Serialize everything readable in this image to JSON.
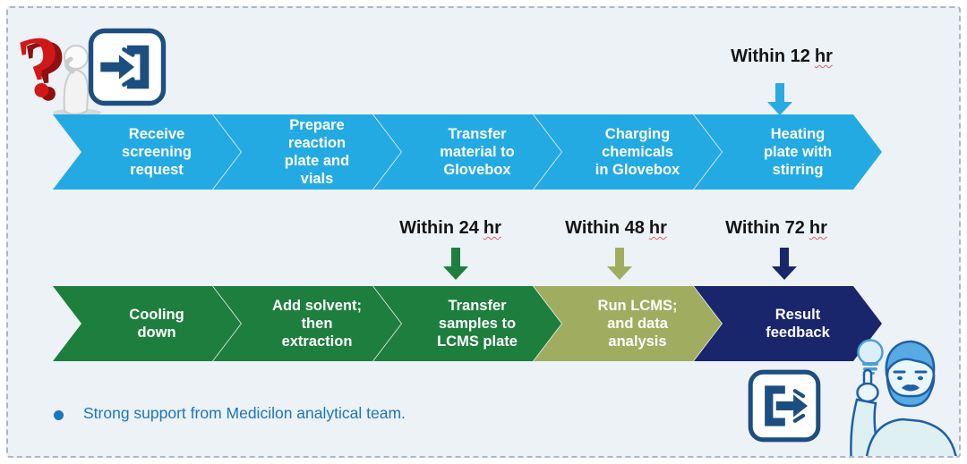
{
  "flow": {
    "rows": [
      {
        "name": "preparation-and-reaction",
        "steps": [
          {
            "label": "Receive\nscreening\nrequest",
            "color": "#24aae2"
          },
          {
            "label": "Prepare\nreaction\nplate and\nvials",
            "color": "#24aae2"
          },
          {
            "label": "Transfer\nmaterial to\nGlovebox",
            "color": "#24aae2"
          },
          {
            "label": "Charging\nchemicals\nin Glovebox",
            "color": "#24aae2"
          },
          {
            "label": "Heating\nplate with\nstirring",
            "color": "#24aae2"
          }
        ]
      },
      {
        "name": "workup-and-analysis",
        "steps": [
          {
            "label": "Cooling\ndown",
            "color": "#1e7e3e"
          },
          {
            "label": "Add solvent;\nthen\nextraction",
            "color": "#1e7e3e"
          },
          {
            "label": "Transfer\nsamples to\nLCMS plate",
            "color": "#1e7e3e"
          },
          {
            "label": "Run LCMS;\nand data\nanalysis",
            "color": "#a0ad60"
          },
          {
            "label": "Result\nfeedback",
            "color": "#19266b"
          }
        ]
      }
    ]
  },
  "annotations": {
    "t12": {
      "text": "Within 12",
      "unit": "hr",
      "arrow_color": "#29abe2",
      "target": "Heating plate with stirring"
    },
    "t24": {
      "text": "Within 24",
      "unit": "hr",
      "arrow_color": "#1e7e3e",
      "target": "Transfer samples to LCMS plate"
    },
    "t48": {
      "text": "Within 48",
      "unit": "hr",
      "arrow_color": "#a0ad60",
      "arrow_stroke": "#76843f",
      "target": "Run LCMS; and data analysis"
    },
    "t72": {
      "text": "Within 72",
      "unit": "hr",
      "arrow_color": "#19266b",
      "target": "Result feedback"
    }
  },
  "footer": {
    "note": "Strong support from Medicilon analytical team.",
    "accent_color": "#1b76bc"
  },
  "icons": {
    "question_thinker": "3d-red-question-mark-with-thinking-figure",
    "enter": "enter-door-arrow-icon",
    "exit": "exit-door-arrow-icon",
    "lightbulb": "idea-lightbulb",
    "person": "man-pointing-at-lightbulb"
  },
  "palette": {
    "panel_bg": "#edf2f7",
    "panel_border": "#aeb6bf",
    "icon_navy": "#1c4f80"
  }
}
